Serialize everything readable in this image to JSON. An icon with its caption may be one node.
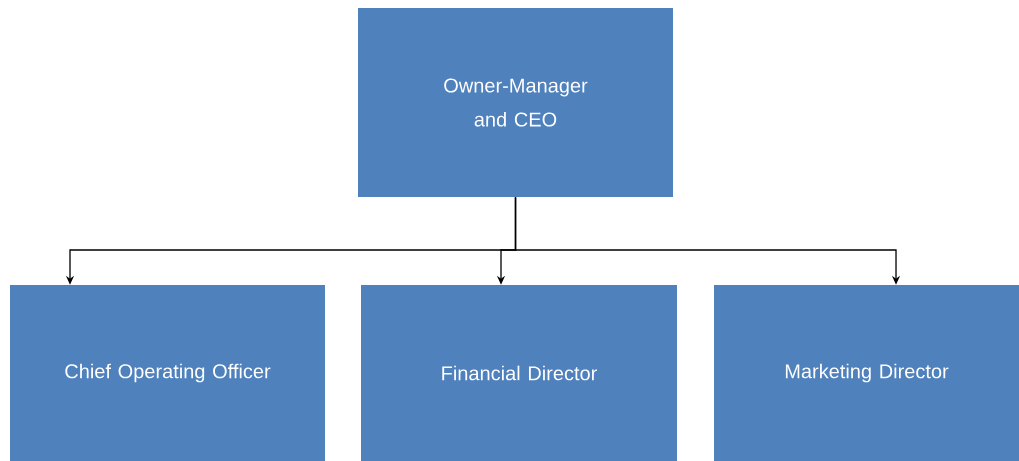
{
  "diagram": {
    "nodes": [
      {
        "text": [
          "Owner-Manager and CEO"
        ]
      },
      {
        "text": [
          "Chief Operating Officer"
        ]
      },
      {
        "text": [
          "Financial Director"
        ]
      },
      {
        "text": [
          "Marketing Director"
        ]
      }
    ],
    "edges": [
      {
        "from": 0,
        "to": 1,
        "arrow": "to"
      },
      {
        "from": 0,
        "to": 2,
        "arrow": "to"
      },
      {
        "from": 0,
        "to": 3,
        "arrow": "to"
      }
    ]
  }
}
